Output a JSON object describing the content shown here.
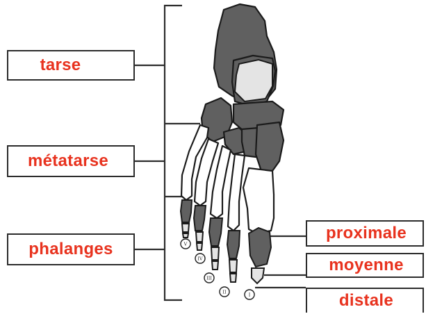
{
  "labels": {
    "tarse": "tarse",
    "metatarse": "métatarse",
    "phalanges": "phalanges",
    "proximale": "proximale",
    "moyenne": "moyenne",
    "distale": "distale"
  },
  "toe_numerals": [
    "V",
    "IV",
    "III",
    "II",
    "I"
  ],
  "colors": {
    "label_text": "#e8321e",
    "tarsal_bone": "#606060",
    "highlight_bone": "#e4e4e4",
    "outline": "#1a1a1a",
    "line": "#2b2b2b"
  }
}
